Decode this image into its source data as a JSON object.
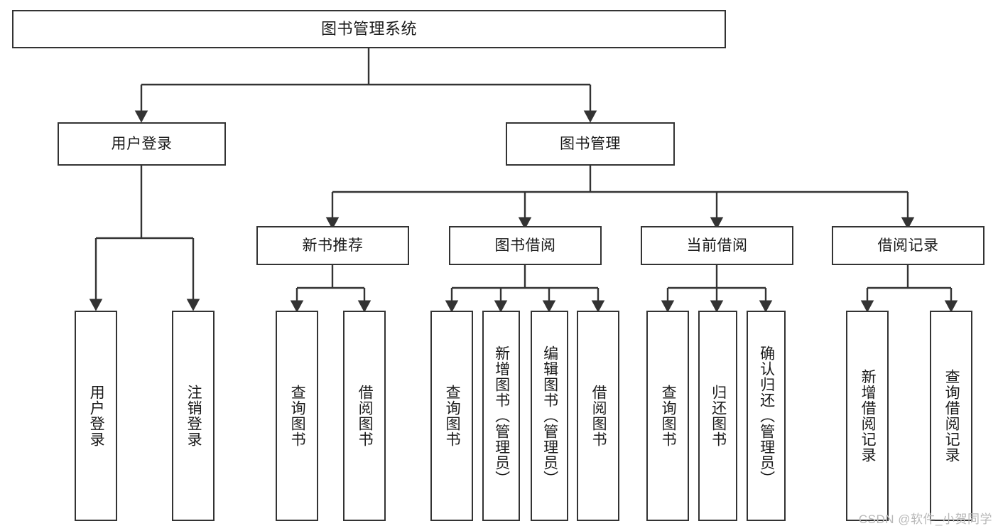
{
  "diagram": {
    "title": "图书管理系统",
    "type": "tree-hierarchy",
    "watermark": "CSDN @软件_小贺同学",
    "colors": {
      "border": "#333333",
      "background": "#ffffff",
      "text": "#1a1a1a",
      "watermark": "#b8b8b8"
    },
    "root": {
      "label": "图书管理系统"
    },
    "level2": [
      {
        "label": "用户登录"
      },
      {
        "label": "图书管理"
      }
    ],
    "level3": [
      {
        "label": "新书推荐"
      },
      {
        "label": "图书借阅"
      },
      {
        "label": "当前借阅"
      },
      {
        "label": "借阅记录"
      }
    ],
    "leaves": {
      "user_login": [
        {
          "label": "用户登录"
        },
        {
          "label": "注销登录"
        }
      ],
      "new_book_recommend": [
        {
          "label": "查询图书"
        },
        {
          "label": "借阅图书"
        }
      ],
      "book_borrow": [
        {
          "label": "查询图书"
        },
        {
          "label": "新增图书（管理员）"
        },
        {
          "label": "编辑图书（管理员）"
        },
        {
          "label": "借阅图书"
        }
      ],
      "current_borrow": [
        {
          "label": "查询图书"
        },
        {
          "label": "归还图书"
        },
        {
          "label": "确认归还（管理员）"
        }
      ],
      "borrow_record": [
        {
          "label": "新增借阅记录"
        },
        {
          "label": "查询借阅记录"
        }
      ]
    }
  }
}
